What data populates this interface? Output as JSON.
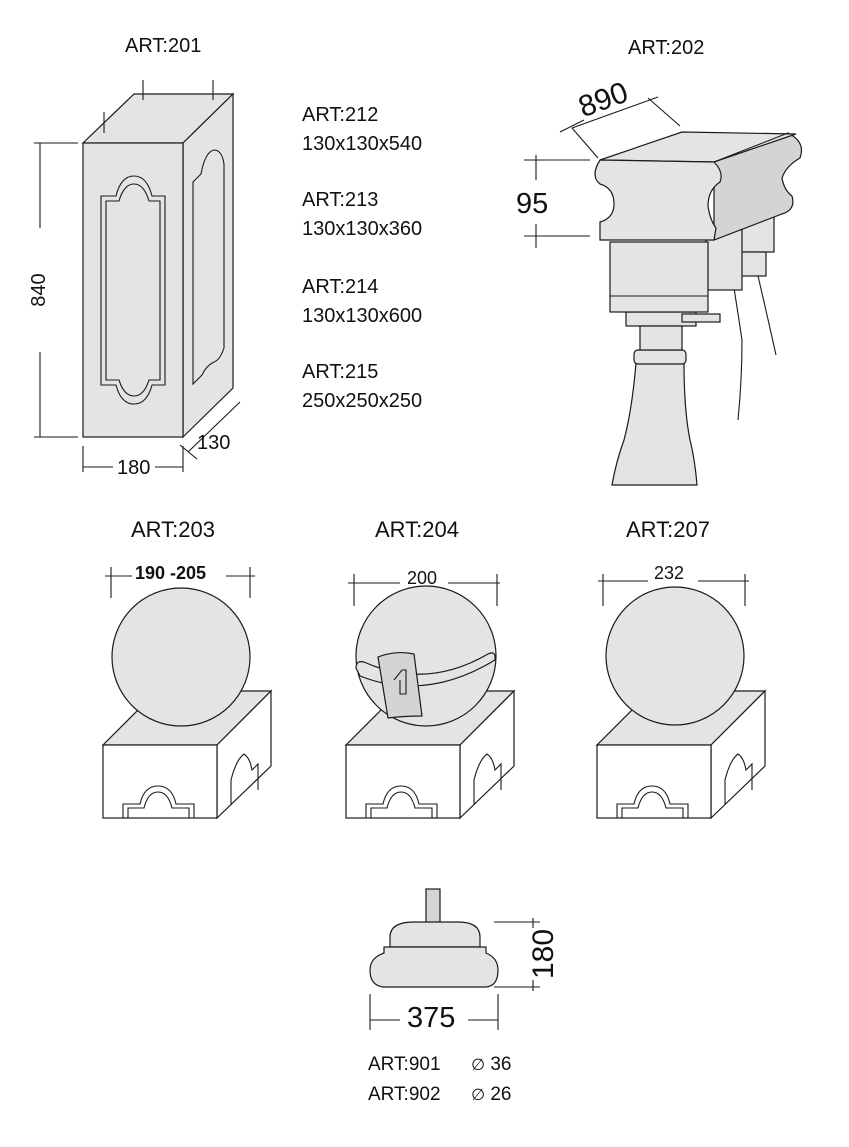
{
  "figures": {
    "art201": {
      "label": "ART:201",
      "dim_height": "840",
      "dim_width": "180",
      "dim_depth": "130"
    },
    "specs": [
      {
        "art": "ART:212",
        "size": "130x130x540"
      },
      {
        "art": "ART:213",
        "size": "130x130x360"
      },
      {
        "art": "ART:214",
        "size": "130x130x600"
      },
      {
        "art": "ART:215",
        "size": "250x250x250"
      }
    ],
    "art202": {
      "label": "ART:202",
      "dim_width": "890",
      "dim_height": "95"
    },
    "art203": {
      "label": "ART:203",
      "dim": "190 -205"
    },
    "art204": {
      "label": "ART:204",
      "dim": "200",
      "badge": "1"
    },
    "art207": {
      "label": "ART:207",
      "dim": "232"
    },
    "base": {
      "dim_width": "375",
      "dim_height": "180",
      "variants": [
        {
          "art": "ART:901",
          "symbol": "∅",
          "value": "36"
        },
        {
          "art": "ART:902",
          "symbol": "∅",
          "value": "26"
        }
      ]
    }
  },
  "colors": {
    "fill": "#e4e4e4",
    "fill_dark": "#cfcfcf",
    "line": "#1a1a1a",
    "background": "#ffffff"
  }
}
